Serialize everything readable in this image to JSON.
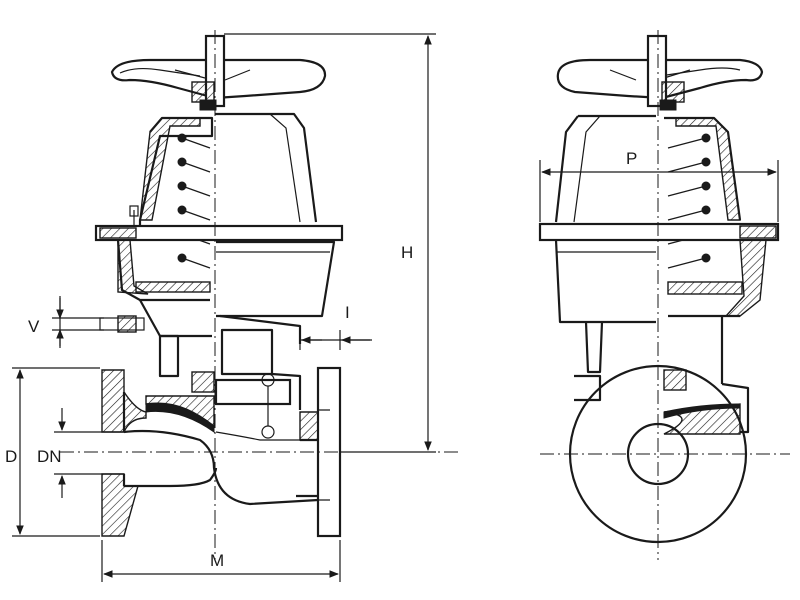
{
  "labels": {
    "H": "H",
    "P": "P",
    "I": "I",
    "V": "V",
    "D": "D",
    "DN": "DN",
    "M": "M"
  }
}
